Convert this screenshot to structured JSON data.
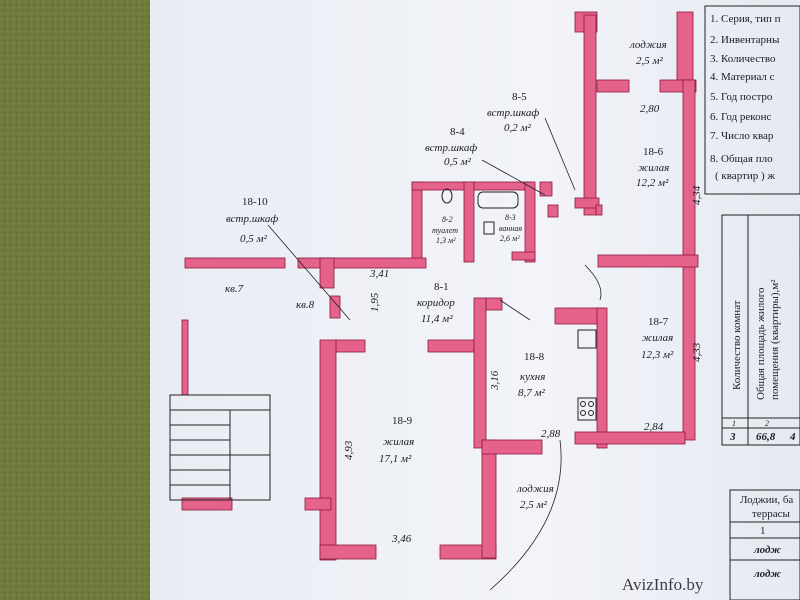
{
  "rooms": [
    {
      "id": "8-5",
      "name": "встр.шкаф",
      "area": "0,2 м²"
    },
    {
      "id": "8-4",
      "name": "встр.шкаф",
      "area": "0,5 м²"
    },
    {
      "id": "18-6",
      "name": "жилая",
      "area": "12,2 м²"
    },
    {
      "id": "18-10",
      "name": "встр.шкаф",
      "area": "0,5 м²"
    },
    {
      "id": "8-2",
      "name": "туалет",
      "area": "1,3 м²"
    },
    {
      "id": "8-3",
      "name": "ванная",
      "area": "2,6 м²"
    },
    {
      "id": "8-1",
      "name": "коридор",
      "area": "11,4 м²"
    },
    {
      "id": "18-7",
      "name": "жилая",
      "area": "12,3 м²"
    },
    {
      "id": "18-8",
      "name": "кухня",
      "area": "8,7 м²"
    },
    {
      "id": "18-9",
      "name": "жилая",
      "area": "17,1 м²"
    }
  ],
  "loggias": [
    {
      "name": "лоджия",
      "area": "2,5 м²"
    },
    {
      "name": "лоджия",
      "area": "2,5 м²"
    }
  ],
  "dimensions": [
    "2,80",
    "4,34",
    "3,41",
    "1,95",
    "4,33",
    "3,16",
    "2,84",
    "2,88",
    "4,93",
    "3,46"
  ],
  "apartment_labels": [
    "кв.7",
    "кв.8"
  ],
  "info_list": [
    "1. Серия, тип п",
    "2. Инвентарны",
    "3. Количество",
    "4. Материал с",
    "5. Год постро",
    "6. Год реконс",
    "7. Число квар",
    "8. Общая пло",
    "( квартир ) ж"
  ],
  "vertical_table": {
    "rooms_count_header": "Количество комнат",
    "living_area_header_1": "Общая площадь жилого",
    "living_area_header_2": "помещения (квартиры),м²",
    "col_numbers": [
      "1",
      "2"
    ],
    "row_values": [
      "3",
      "66,8",
      "4"
    ]
  },
  "loggia_table": {
    "header_1": "Лоджии, ба",
    "header_2": "террасы",
    "col_number": "1",
    "row_1": "лодж",
    "row_2": "лодж"
  },
  "watermark": "AvizInfo.by",
  "colors": {
    "wall": "#e5628a",
    "wall_edge": "#8a1a3c",
    "paper": "#eef0f6",
    "background": "#6f7a3c"
  }
}
